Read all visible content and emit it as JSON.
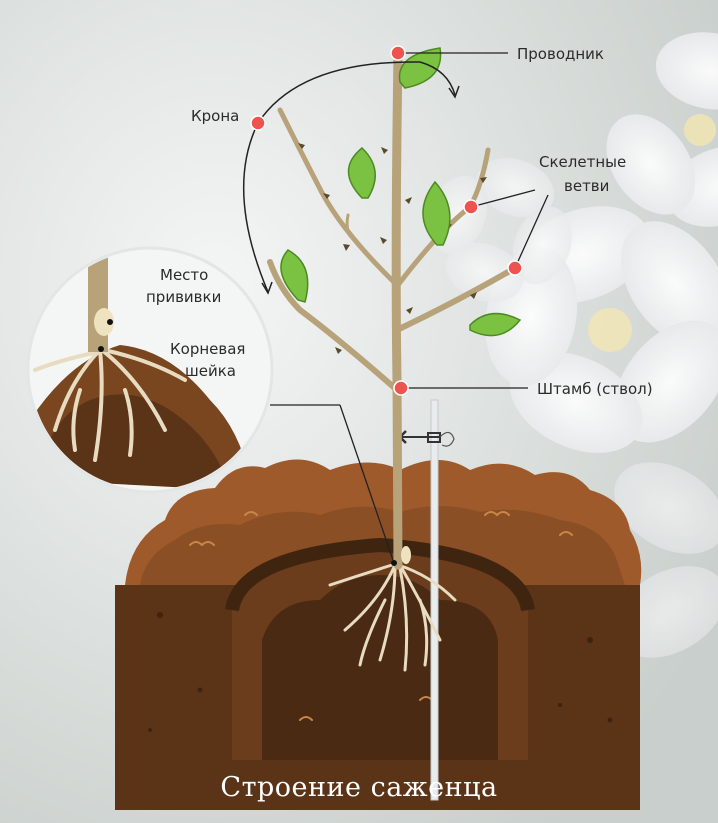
{
  "title": "Строение саженца",
  "labels": {
    "leader": "Проводник",
    "crown": "Крона",
    "skeletal_1": "Скелетные",
    "skeletal_2": "ветви",
    "trunk": "Штамб (ствол)",
    "graft_1": "Место",
    "graft_2": "прививки",
    "collar_1": "Корневая",
    "collar_2": "шейка"
  },
  "colors": {
    "marker": "#ef5350",
    "branch": "#b7a27a",
    "leaf": "#7cc242",
    "soil_dark": "#5b3418",
    "soil_mid": "#8b4f25",
    "soil_light": "#9e5a2a",
    "root": "#e8dcc0"
  }
}
